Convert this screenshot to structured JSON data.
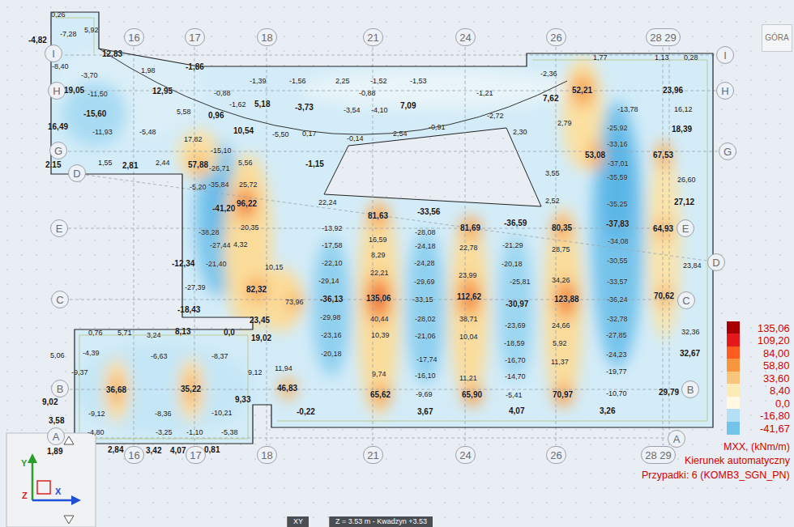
{
  "diagram": {
    "nodes": [
      {
        "text": [
          "16"
        ]
      },
      {
        "text": [
          "17"
        ]
      },
      {
        "text": [
          "18"
        ]
      },
      {
        "text": [
          "21"
        ]
      },
      {
        "text": [
          "24"
        ]
      },
      {
        "text": [
          "26"
        ]
      },
      {
        "text": [
          "28 29"
        ]
      },
      {
        "text": [
          "16"
        ]
      },
      {
        "text": [
          "17"
        ]
      },
      {
        "text": [
          "18"
        ]
      },
      {
        "text": [
          "21"
        ]
      },
      {
        "text": [
          "24"
        ]
      },
      {
        "text": [
          "26"
        ]
      },
      {
        "text": [
          "28 29"
        ]
      },
      {
        "text": [
          "I"
        ]
      },
      {
        "text": [
          "H"
        ]
      },
      {
        "text": [
          "G"
        ]
      },
      {
        "text": [
          "D"
        ]
      },
      {
        "text": [
          "E"
        ]
      },
      {
        "text": [
          "C"
        ]
      },
      {
        "text": [
          "B"
        ]
      },
      {
        "text": [
          "A"
        ]
      },
      {
        "text": [
          "I"
        ]
      },
      {
        "text": [
          "H"
        ]
      },
      {
        "text": [
          "G"
        ]
      },
      {
        "text": [
          "E"
        ]
      },
      {
        "text": [
          "D"
        ]
      },
      {
        "text": [
          "C"
        ]
      },
      {
        "text": [
          "B"
        ]
      },
      {
        "text": [
          "A"
        ]
      },
      {
        "text": [
          "GÓRA"
        ]
      },
      {
        "text": [
          "XY"
        ]
      },
      {
        "text": [
          "Z = 3.53 m - Kwadzyn +3.53"
        ]
      }
    ],
    "labels": [
      "0,26",
      "-4,82",
      "-7,28",
      "5,92",
      "12,83",
      "-8,40",
      "1,98",
      "-1,86",
      "-3,70",
      "19,05",
      "-11,50",
      "12,95",
      "-0,88",
      "-1,39",
      "-1,56",
      "2,25",
      "-1,52",
      "-1,53",
      "-2,36",
      "1,77",
      "1,13",
      "0,28",
      "52,21",
      "23,96",
      "-0,88",
      "-1,21",
      "7,62",
      "-13,78",
      "16,12",
      "-15,60",
      "5,58",
      "0,96",
      "-1,62",
      "5,18",
      "-3,73",
      "-3,54",
      "-4,10",
      "7,09",
      "-2,72",
      "2,79",
      "16,49",
      "-11,93",
      "-5,48",
      "10,54",
      "-5,50",
      "0,17",
      "-0,14",
      "2,54",
      "-0,91",
      "2,30",
      "-25,92",
      "18,39",
      "17,82",
      "-33,16",
      "-15,10",
      "53,08",
      "67,53",
      "2,15",
      "1,55",
      "2,81",
      "2,44",
      "57,88",
      "5,56",
      "-1,15",
      "-37,01",
      "-26,71",
      "3,55",
      "-35,59",
      "26,60",
      "-5,20",
      "-35,84",
      "25,72",
      "22,24",
      "-41,20",
      "96,22",
      "2,52",
      "-35,25",
      "27,12",
      "81,63",
      "-33,56",
      "81,69",
      "-36,59",
      "80,35",
      "-37,83",
      "64,93",
      "-38,28",
      "20,35",
      "-13,92",
      "16,59",
      "-28,08",
      "-34,08",
      "-27,44",
      "4,32",
      "-17,58",
      "-24,18",
      "22,78",
      "-21,29",
      "28,75",
      "-12,34",
      "-21,40",
      "8,29",
      "-22,10",
      "-24,28",
      "-20,18",
      "-30,55",
      "23,84",
      "10,15",
      "22,21",
      "23,99",
      "-29,14",
      "-29,69",
      "-25,81",
      "34,26",
      "-33,57",
      "-27,39",
      "82,32",
      "-36,13",
      "135,06",
      "-33,15",
      "112,62",
      "-30,97",
      "123,88",
      "-36,24",
      "70,62",
      "73,96",
      "-18,43",
      "-29,98",
      "40,44",
      "-28,02",
      "38,71",
      "-23,69",
      "24,66",
      "-32,78",
      "23,45",
      "0,76",
      "5,71",
      "3,24",
      "8,13",
      "0,0",
      "32,36",
      "19,02",
      "-23,16",
      "10,39",
      "-21,06",
      "10,04",
      "-18,59",
      "5,92",
      "-27,85",
      "-4,39",
      "-6,63",
      "-8,37",
      "5,06",
      "-20,18",
      "-17,74",
      "32,67",
      "-9,37",
      "-16,70",
      "11,37",
      "-24,23",
      "9,12",
      "11,94",
      "9,74",
      "-16,10",
      "11,21",
      "-14,70",
      "-19,77",
      "36,68",
      "35,22",
      "46,83",
      "65,62",
      "-9,69",
      "65,90",
      "-5,41",
      "70,97",
      "-10,70",
      "29,79",
      "9,02",
      "9,33",
      "-9,12",
      "-8,36",
      "-10,21",
      "-0,22",
      "3,67",
      "4,07",
      "3,26",
      "3,58",
      "-4,80",
      "-3,25",
      "-1,10",
      "-5,38",
      "1,89",
      "2,84",
      "3,42",
      "4,07",
      "0,81",
      "MXX, (kNm/m)",
      "Kierunek automatyczny",
      "Przypadki: 6 (KOMB3_SGN_PN)",
      "Y",
      "X",
      "Z"
    ],
    "legend": [
      {
        "text": "135,06",
        "color": "#a80000"
      },
      {
        "text": "109,20",
        "color": "#e3191c"
      },
      {
        "text": "84,00",
        "color": "#ff5b20"
      },
      {
        "text": "58,80",
        "color": "#f7963e"
      },
      {
        "text": "33,60",
        "color": "#f9c57a"
      },
      {
        "text": "8,40",
        "color": "#fdebb5"
      },
      {
        "text": "0,0",
        "color": "#fff9e3"
      },
      {
        "text": "-16,80",
        "color": "#b4e0f5"
      },
      {
        "text": "-41,67",
        "color": "#72c4ec"
      }
    ]
  }
}
